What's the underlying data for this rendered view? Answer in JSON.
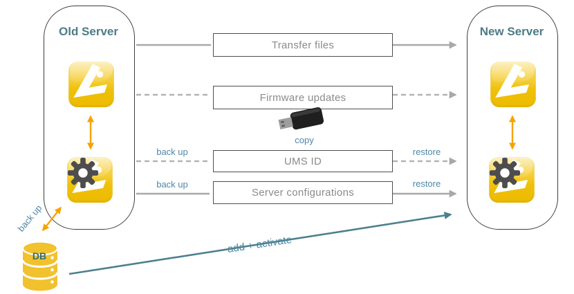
{
  "servers": {
    "old": {
      "title": "Old Server"
    },
    "new": {
      "title": "New Server"
    }
  },
  "steps": [
    {
      "label": "Transfer files",
      "line_style": "solid"
    },
    {
      "label": "Firmware updates",
      "line_style": "dashed"
    },
    {
      "label": "UMS ID",
      "line_style": "dashed",
      "left_label": "back up",
      "right_label": "restore"
    },
    {
      "label": "Server configurations",
      "line_style": "solid",
      "left_label": "back up",
      "right_label": "restore"
    }
  ],
  "usb": {
    "caption": "copy"
  },
  "database": {
    "label": "DB",
    "link_label": "back up"
  },
  "migration_arrow": {
    "label": "add + activate"
  },
  "icons": {
    "app": "igel-app-icon",
    "app_gear": "igel-app-gear-icon",
    "usb": "usb-stick-icon",
    "db": "database-cylinder-icon"
  },
  "colors": {
    "title_teal": "#4D7A88",
    "label_blue": "#4E87A8",
    "arrow_teal": "#4D7F8E",
    "arrow_orange": "#F5A300",
    "icon_yellow": "#F2C12E",
    "line_gray": "#A8A8A8",
    "box_text_gray": "#8A8A8A",
    "gear_gray": "#4D4D4D"
  }
}
